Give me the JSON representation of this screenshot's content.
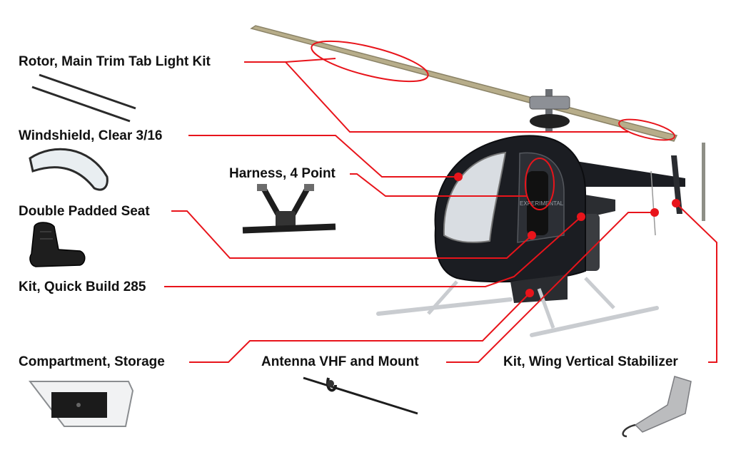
{
  "colors": {
    "leader": "#e8141b",
    "helicopter_body": "#1b1d22",
    "rotor_blade": "#b7ad8a",
    "skid": "#c9ccd0",
    "background": "#ffffff"
  },
  "helicopter": {
    "name": "ultralight helicopter",
    "fuselage_text": "EXPERIMENTAL"
  },
  "callouts": [
    {
      "id": "rotor-trim-tab",
      "label": "Rotor, Main Trim Tab Light Kit",
      "part_icon": "rotor-trim-strips-icon"
    },
    {
      "id": "windshield",
      "label": "Windshield, Clear 3/16",
      "part_icon": "windshield-icon"
    },
    {
      "id": "harness",
      "label": "Harness, 4 Point",
      "part_icon": "harness-icon"
    },
    {
      "id": "seat",
      "label": "Double Padded Seat",
      "part_icon": "seat-icon"
    },
    {
      "id": "quick-build",
      "label": "Kit, Quick Build 285",
      "part_icon": ""
    },
    {
      "id": "storage",
      "label": "Compartment, Storage",
      "part_icon": "storage-box-icon"
    },
    {
      "id": "antenna",
      "label": "Antenna VHF and Mount",
      "part_icon": "antenna-icon"
    },
    {
      "id": "stabilizer",
      "label": "Kit, Wing Vertical Stabilizer",
      "part_icon": "stabilizer-icon"
    }
  ]
}
